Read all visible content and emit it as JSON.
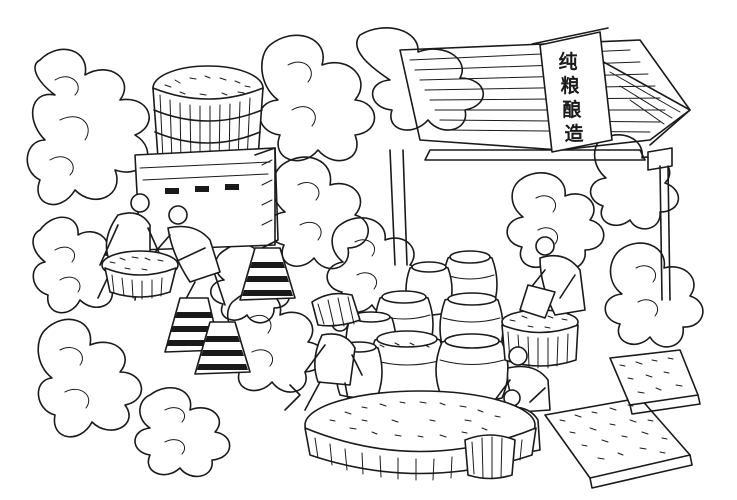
{
  "scene": {
    "banner": {
      "chars": [
        "纯",
        "粮",
        "酿",
        "造"
      ]
    },
    "colors": {
      "ink": "#1a1a1a",
      "paper": "#ffffff"
    },
    "icons": [
      "steam-cloud-icon",
      "wooden-steamer-icon",
      "wine-jar-icon",
      "pagoda-roof-icon",
      "lamp-post-icon"
    ]
  }
}
